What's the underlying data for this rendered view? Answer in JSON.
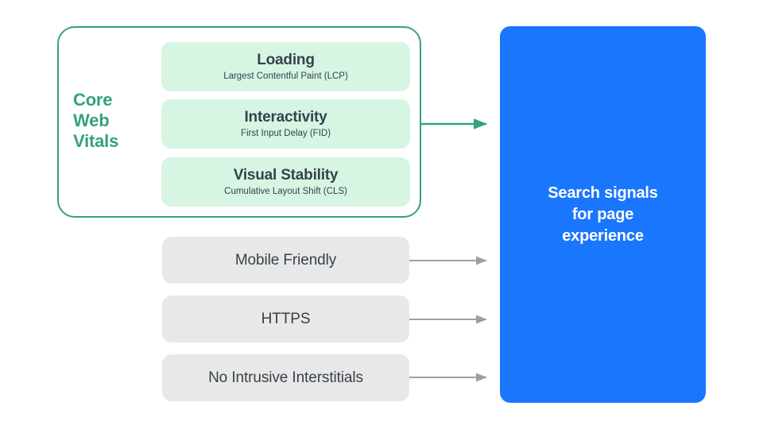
{
  "diagram": {
    "title": "Search signals for page experience",
    "colors": {
      "green_accent": "#34a27c",
      "green_card": "#d6f5e3",
      "gray_card": "#e7e8e9",
      "blue_panel": "#1b76fe",
      "dark_text": "#35434b",
      "gray_text": "#3c4043",
      "gray_arrow": "#9aa0a6",
      "white": "#ffffff"
    }
  },
  "core_web_vitals": {
    "label_lines": [
      "Core",
      "Web",
      "Vitals"
    ],
    "label_full": "Core Web Vitals",
    "metrics": [
      {
        "title": "Loading",
        "subtitle": "Largest Contentful Paint (LCP)",
        "abbr": "LCP"
      },
      {
        "title": "Interactivity",
        "subtitle": "First Input Delay (FID)",
        "abbr": "FID"
      },
      {
        "title": "Visual Stability",
        "subtitle": "Cumulative Layout Shift (CLS)",
        "abbr": "CLS"
      }
    ]
  },
  "other_signals": [
    {
      "label": "Mobile Friendly"
    },
    {
      "label": "HTTPS"
    },
    {
      "label": "No Intrusive Interstitials"
    }
  ],
  "output_panel": {
    "lines": [
      "Search signals",
      "for page",
      "experience"
    ],
    "text_full": "Search signals for page experience"
  }
}
